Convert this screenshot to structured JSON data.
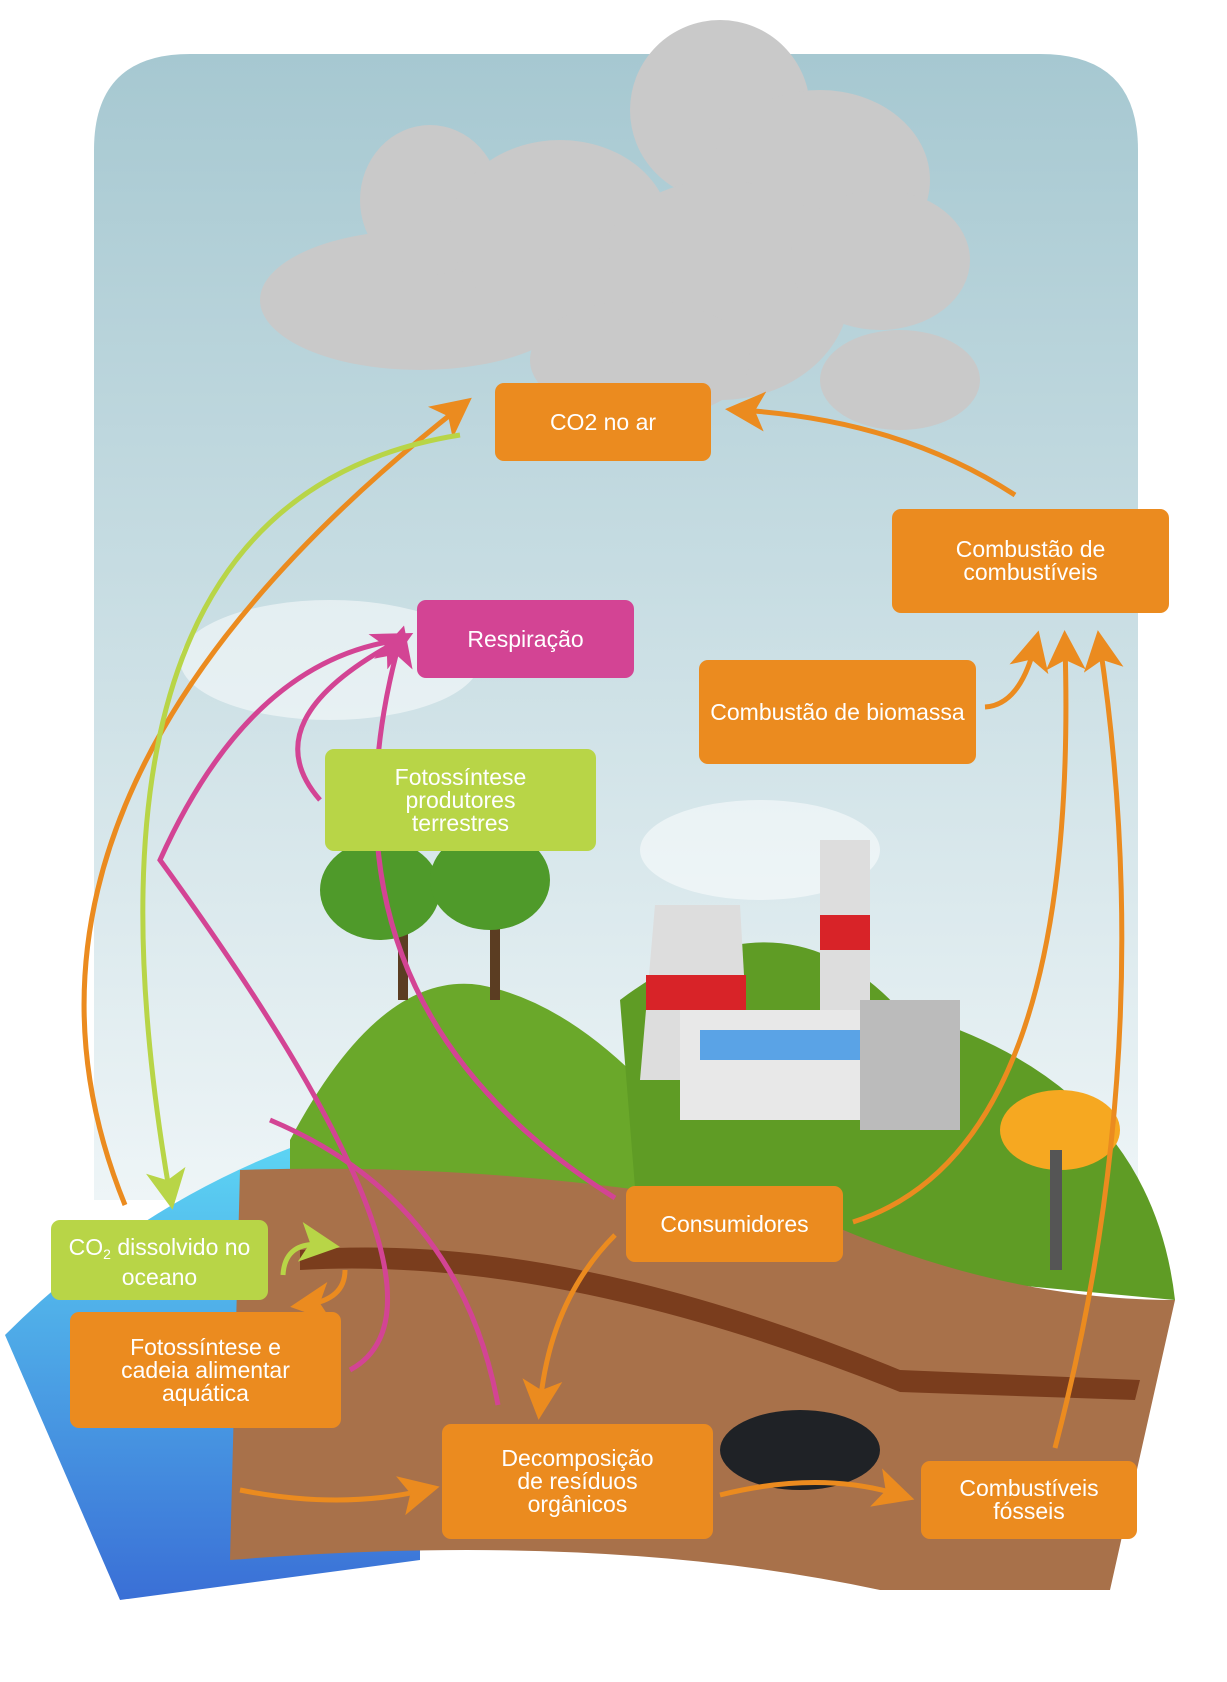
{
  "colors": {
    "orange": "#eb8b1f",
    "green": "#b8d547",
    "pink": "#d34494",
    "sky": "#a9cad3",
    "soil": "#a8714a",
    "grass": "#6aa82a",
    "water": "#4bbfdc"
  },
  "labels": {
    "co2_air": "CO2 no ar",
    "fuel_combustion": "Combustão de combustíveis",
    "respiration": "Respiração",
    "biomass_combustion": "Combustão de biomassa",
    "land_photosynthesis": "Fotossíntese produtores terrestres",
    "consumers": "Consumidores",
    "ocean_co2_prefix": "CO",
    "ocean_co2_sub": "2",
    "ocean_co2_suffix": " dissolvido no oceano",
    "aquatic_photosynthesis": "Fotossíntese e cadeia alimentar aquática",
    "decomposition": "Decomposição de resíduos orgânicos",
    "fossil_fuels": "Combustíveis fósseis"
  }
}
